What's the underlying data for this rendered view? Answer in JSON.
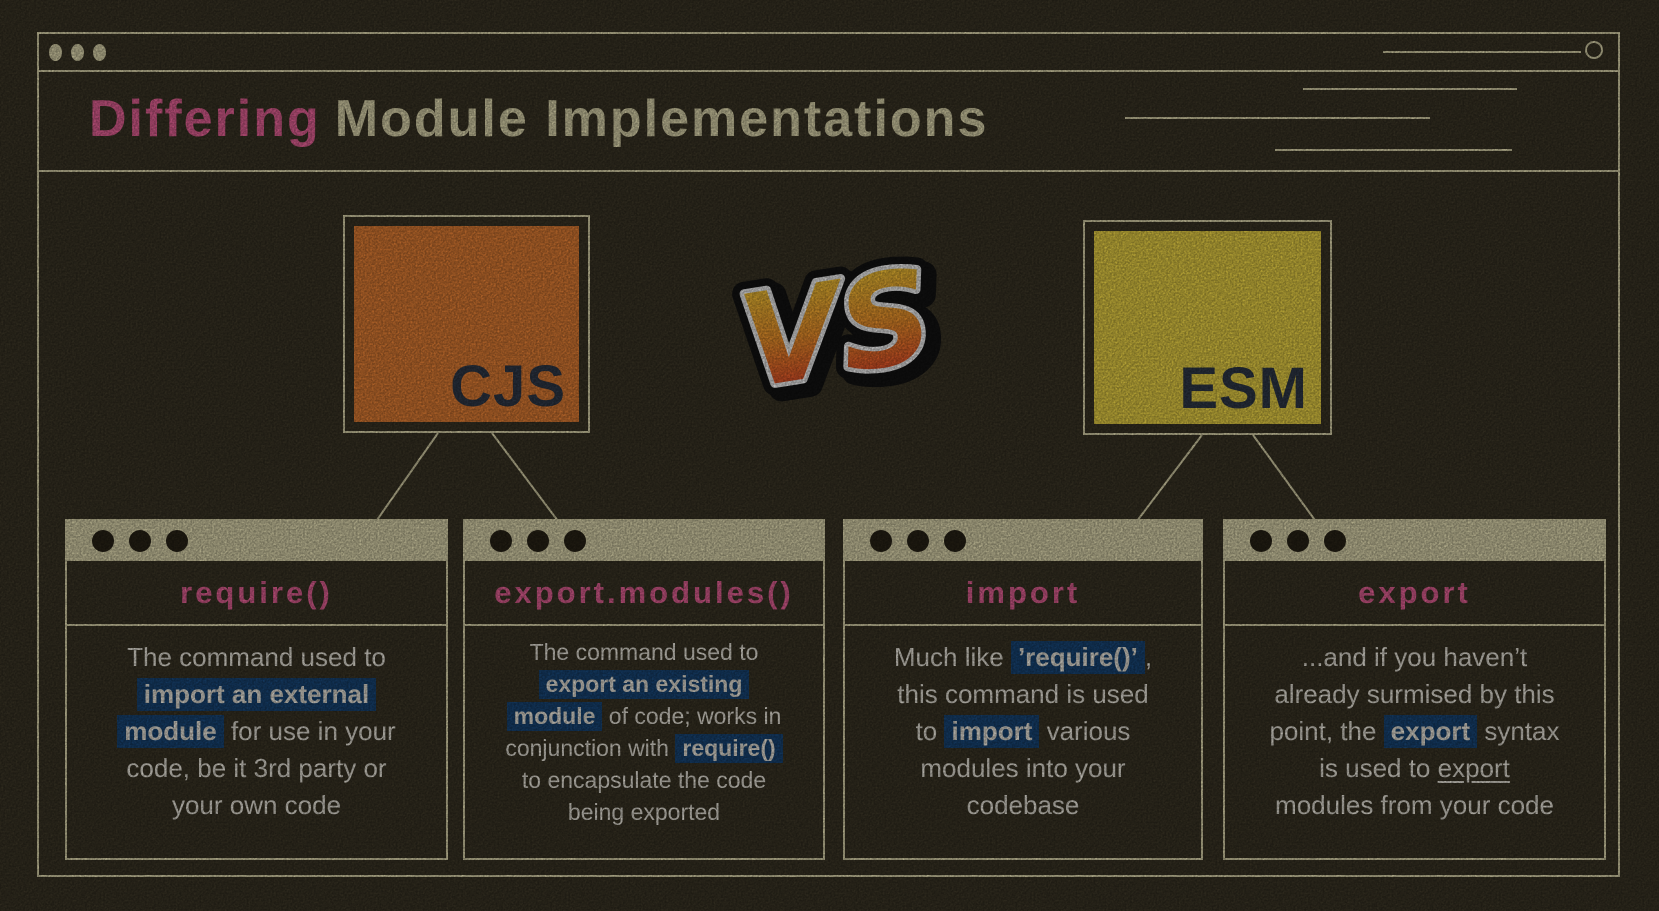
{
  "header": {
    "title_accent": "Differing",
    "title_rest": "Module Implementations"
  },
  "versus": {
    "label": "VS"
  },
  "logos": {
    "left": {
      "label": "CJS"
    },
    "right": {
      "label": "ESM"
    }
  },
  "cards": [
    {
      "title": "require()",
      "lines": [
        [
          {
            "t": "The command used to"
          }
        ],
        [
          {
            "t": "import an external",
            "h": true
          }
        ],
        [
          {
            "t": "module",
            "h": true
          },
          {
            "t": " for use in your"
          }
        ],
        [
          {
            "t": "code, be it 3rd party or"
          }
        ],
        [
          {
            "t": "your own code"
          }
        ]
      ]
    },
    {
      "title": "export.modules()",
      "lines": [
        [
          {
            "t": "The command used to"
          }
        ],
        [
          {
            "t": "export an existing",
            "h": true
          }
        ],
        [
          {
            "t": "module",
            "h": true
          },
          {
            "t": " of code; works in"
          }
        ],
        [
          {
            "t": "conjunction with "
          },
          {
            "t": "require()",
            "h": true
          }
        ],
        [
          {
            "t": "to encapsulate the code"
          }
        ],
        [
          {
            "t": "being exported"
          }
        ]
      ]
    },
    {
      "title": "import",
      "lines": [
        [
          {
            "t": "Much like "
          },
          {
            "t": "’require()’",
            "h": true
          },
          {
            "t": ","
          }
        ],
        [
          {
            "t": "this command is used"
          }
        ],
        [
          {
            "t": "to "
          },
          {
            "t": "import",
            "h": true
          },
          {
            "t": " various"
          }
        ],
        [
          {
            "t": "modules into your"
          }
        ],
        [
          {
            "t": "codebase"
          }
        ]
      ]
    },
    {
      "title": "export",
      "lines": [
        [
          {
            "t": "...and if you haven’t"
          }
        ],
        [
          {
            "t": "already surmised by this"
          }
        ],
        [
          {
            "t": "point, the "
          },
          {
            "t": "export",
            "h": true
          },
          {
            "t": " syntax"
          }
        ],
        [
          {
            "t": "is used to "
          },
          {
            "t": "export",
            "u": true
          }
        ],
        [
          {
            "t": "modules from your code"
          }
        ]
      ]
    }
  ],
  "colors": {
    "background": "#3e3828",
    "cream": "#e9e2b6",
    "pink": "#f2679e",
    "highlight_blue": "#1a4a7d",
    "cjs_orange": "#ec8437",
    "esm_yellow": "#f5dc49",
    "logo_navy": "#333d4d",
    "body_text": "#f7f3e8",
    "dot_dark": "#2b2518",
    "vs_gradient_top": "#ffdf3c",
    "vs_gradient_mid": "#f9992e",
    "vs_gradient_bottom": "#e92e28"
  }
}
